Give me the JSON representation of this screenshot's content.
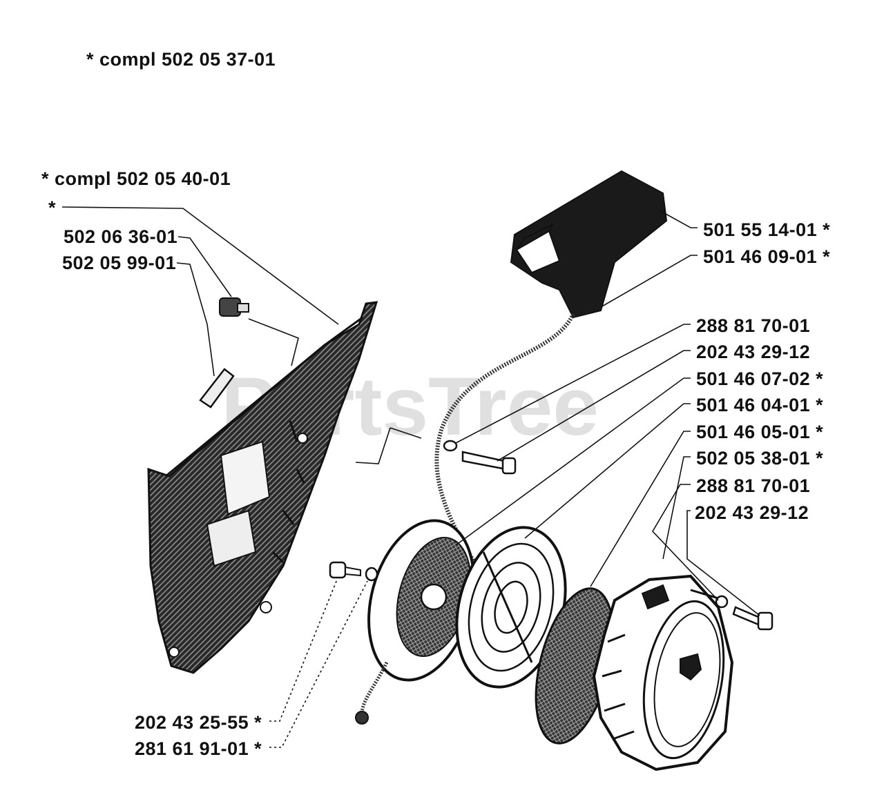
{
  "watermark": "PartsTree",
  "notes": {
    "compl_top": "*  compl 502 05 37-01",
    "compl_left": "*  compl 502 05 40-01",
    "star": "*"
  },
  "labels": {
    "p502063601": "502 06 36-01",
    "p502059901": "502 05 99-01",
    "p501551401": "501 55 14-01  *",
    "p501460901": "501 46 09-01  *",
    "p288817001a": "288 81 70-01",
    "p202432912a": "202 43 29-12",
    "p501460702": "501 46 07-02  *",
    "p501460401": "501 46 04-01  *",
    "p501460501": "501 46 05-01  *",
    "p502053801": "502 05 38-01  *",
    "p288817001b": "288 81 70-01",
    "p202432912b": "202 43 29-12",
    "p202432555": "202 43 25-55  *",
    "p281619101": "281 61 91-01  *"
  }
}
